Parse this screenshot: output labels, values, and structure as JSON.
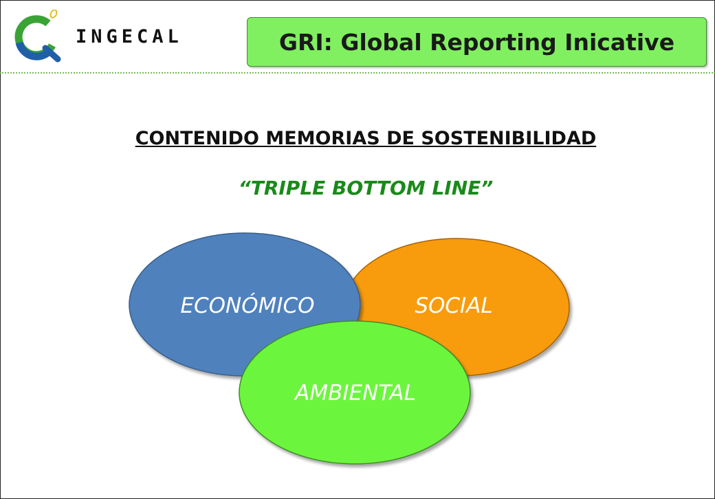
{
  "header": {
    "logo_text": "INGECAL",
    "title": "GRI: Global Reporting Inicative"
  },
  "main": {
    "heading": "CONTENIDO MEMORIAS DE SOSTENIBILIDAD",
    "subheading": "“TRIPLE BOTTOM LINE”"
  },
  "diagram": {
    "circles": [
      {
        "label": "ECONÓMICO",
        "color": "#4f81bd"
      },
      {
        "label": "SOCIAL",
        "color": "#f89c0e"
      },
      {
        "label": "AMBIENTAL",
        "color": "#6cf53c"
      }
    ]
  },
  "colors": {
    "title_box": "#80f060",
    "subheading": "#1a8a1a",
    "logo_green": "#3aa336",
    "logo_blue": "#1f5fa8"
  }
}
